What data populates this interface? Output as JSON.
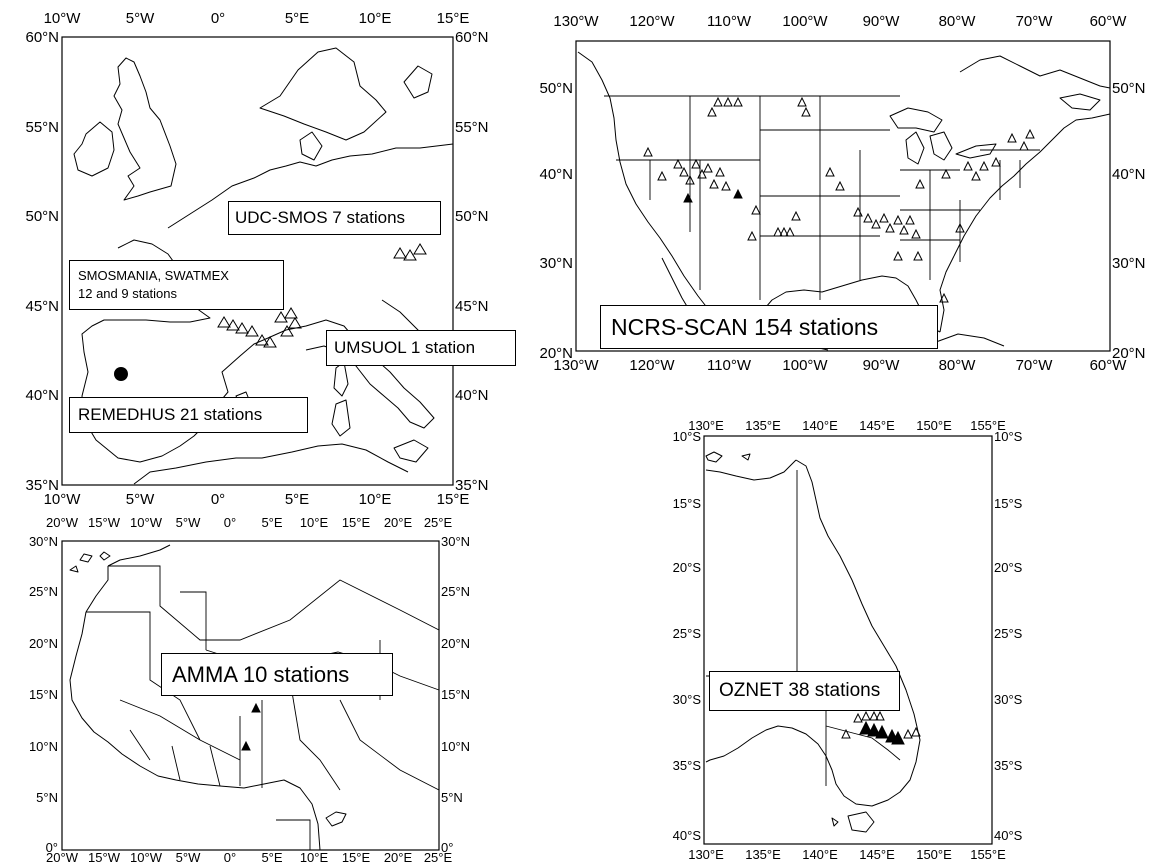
{
  "maps": [
    {
      "id": "europe",
      "lon_ticks": [
        "10°W",
        "5°W",
        "0°",
        "5°E",
        "10°E",
        "15°E"
      ],
      "lat_ticks": [
        "60°N",
        "55°N",
        "50°N",
        "45°N",
        "40°N",
        "35°N"
      ],
      "labels": [
        {
          "id": "udc",
          "text": "UDC-SMOS 7 stations"
        },
        {
          "id": "smosmania",
          "text": "SMOSMANIA, SWATMEX",
          "text2": "12 and 9 stations"
        },
        {
          "id": "umsuol",
          "text": "UMSUOL 1 station"
        },
        {
          "id": "remedhus",
          "text": "REMEDHUS 21 stations"
        }
      ]
    },
    {
      "id": "usa",
      "lon_ticks": [
        "130°W",
        "120°W",
        "110°W",
        "100°W",
        "90°W",
        "80°W",
        "70°W",
        "60°W"
      ],
      "lat_ticks": [
        "50°N",
        "40°N",
        "30°N",
        "20°N"
      ],
      "labels": [
        {
          "id": "scan",
          "text": "NCRS-SCAN 154 stations"
        }
      ]
    },
    {
      "id": "westafrica",
      "lon_ticks": [
        "20°W",
        "15°W",
        "10°W",
        "5°W",
        "0°",
        "5°E",
        "10°E",
        "15°E",
        "20°E",
        "25°E"
      ],
      "lat_ticks": [
        "30°N",
        "25°N",
        "20°N",
        "15°N",
        "10°N",
        "5°N",
        "0°"
      ],
      "labels": [
        {
          "id": "amma",
          "text": "AMMA 10 stations"
        }
      ]
    },
    {
      "id": "australia",
      "lon_ticks": [
        "130°E",
        "135°E",
        "140°E",
        "145°E",
        "150°E",
        "155°E"
      ],
      "lat_ticks": [
        "10°S",
        "15°S",
        "20°S",
        "25°S",
        "30°S",
        "35°S",
        "40°S"
      ],
      "labels": [
        {
          "id": "oznet",
          "text": "OZNET 38 stations"
        }
      ]
    }
  ]
}
